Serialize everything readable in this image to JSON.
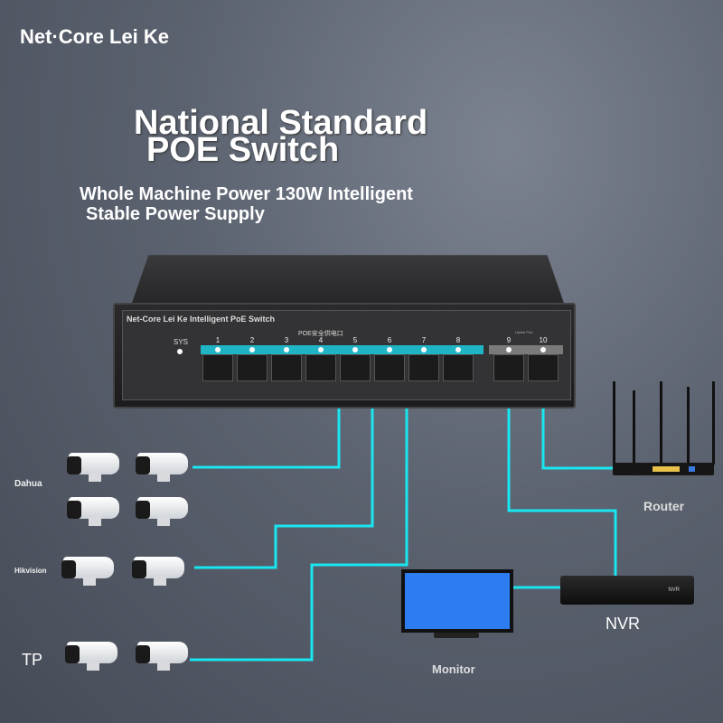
{
  "brand": "Net·Core Lei Ke",
  "headline": {
    "line1": "National Standard",
    "line2": "POE Switch"
  },
  "subheadline": {
    "line1": "Whole Machine Power 130W Intelligent",
    "line2": "Stable Power Supply"
  },
  "switch": {
    "model_label": "Net-Core Lei Ke Intelligent PoE Switch",
    "sys_label": "SYS",
    "poe_group_label": "POE安全供电口",
    "uplink_group_label": "Uplink Port",
    "ports": [
      "1",
      "2",
      "3",
      "4",
      "5",
      "6",
      "7",
      "8",
      "9",
      "10"
    ]
  },
  "labels": {
    "dahua": "Dahua",
    "hikvision": "Hikvision",
    "tp": "TP",
    "router": "Router",
    "nvr": "NVR",
    "monitor": "Monitor",
    "nvr_device": "NVR"
  },
  "colors": {
    "cable": "#19e6f0",
    "poe_strip": "#1fb5c4",
    "uplink_strip": "#7a7a7a",
    "monitor_screen": "#2d7cf0"
  }
}
